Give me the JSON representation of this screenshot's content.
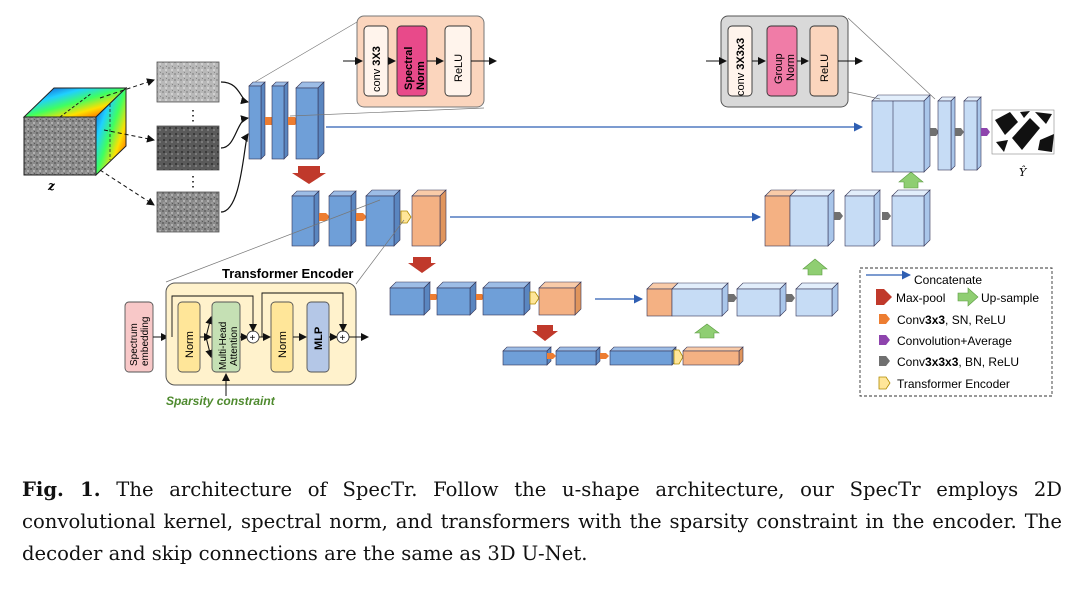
{
  "labels": {
    "input": "z",
    "output": "Ŷ",
    "transformer_title": "Transformer Encoder",
    "spectrum_embedding": "Spectrum embedding",
    "norm": "Norm",
    "mha": "Multi-Head Attention",
    "mlp": "MLP",
    "plus": "+",
    "sparsity": "Sparsity constraint",
    "dots": "⋮"
  },
  "enc_detail": {
    "conv_prefix": "conv ",
    "conv_bold": "3X3",
    "spectral_norm": "Spectral Norm",
    "relu": "ReLU"
  },
  "dec_detail": {
    "conv_prefix": "conv ",
    "conv_bold": "3X3x3",
    "group_norm": "Group Norm",
    "relu": "ReLU"
  },
  "legend": {
    "concatenate": "Concatenate",
    "maxpool": "Max-pool",
    "upsample": "Up-sample",
    "conv3x3_pre": "Conv",
    "conv3x3_bold": "3x3",
    "conv3x3_post": ", SN, ReLU",
    "conv_avg": "Convolution+Average",
    "conv3x3x3_pre": "Conv",
    "conv3x3x3_bold": "3x3x3",
    "conv3x3x3_post": ", BN, ReLU",
    "transformer": "Transformer Encoder"
  },
  "colors": {
    "enc_block": "#6f9fd8",
    "dec_block": "#c6dcf5",
    "transformer_block": "#f4b183",
    "maxpool": "#c0392b",
    "upsample": "#8fce72",
    "conv_orange": "#ed7d31",
    "conv_gray": "#707070",
    "conv_purple": "#8e44ad",
    "te_yellow": "#ffe699",
    "spectral_pink": "#e84a8a"
  },
  "caption": {
    "label": "Fig. 1.",
    "text": " The architecture of SpecTr. Follow the u-shape architecture, our SpecTr employs 2D convolutional kernel, spectral norm, and transformers with the sparsity constraint in the encoder. The decoder and skip connections are the same as 3D U-Net."
  }
}
